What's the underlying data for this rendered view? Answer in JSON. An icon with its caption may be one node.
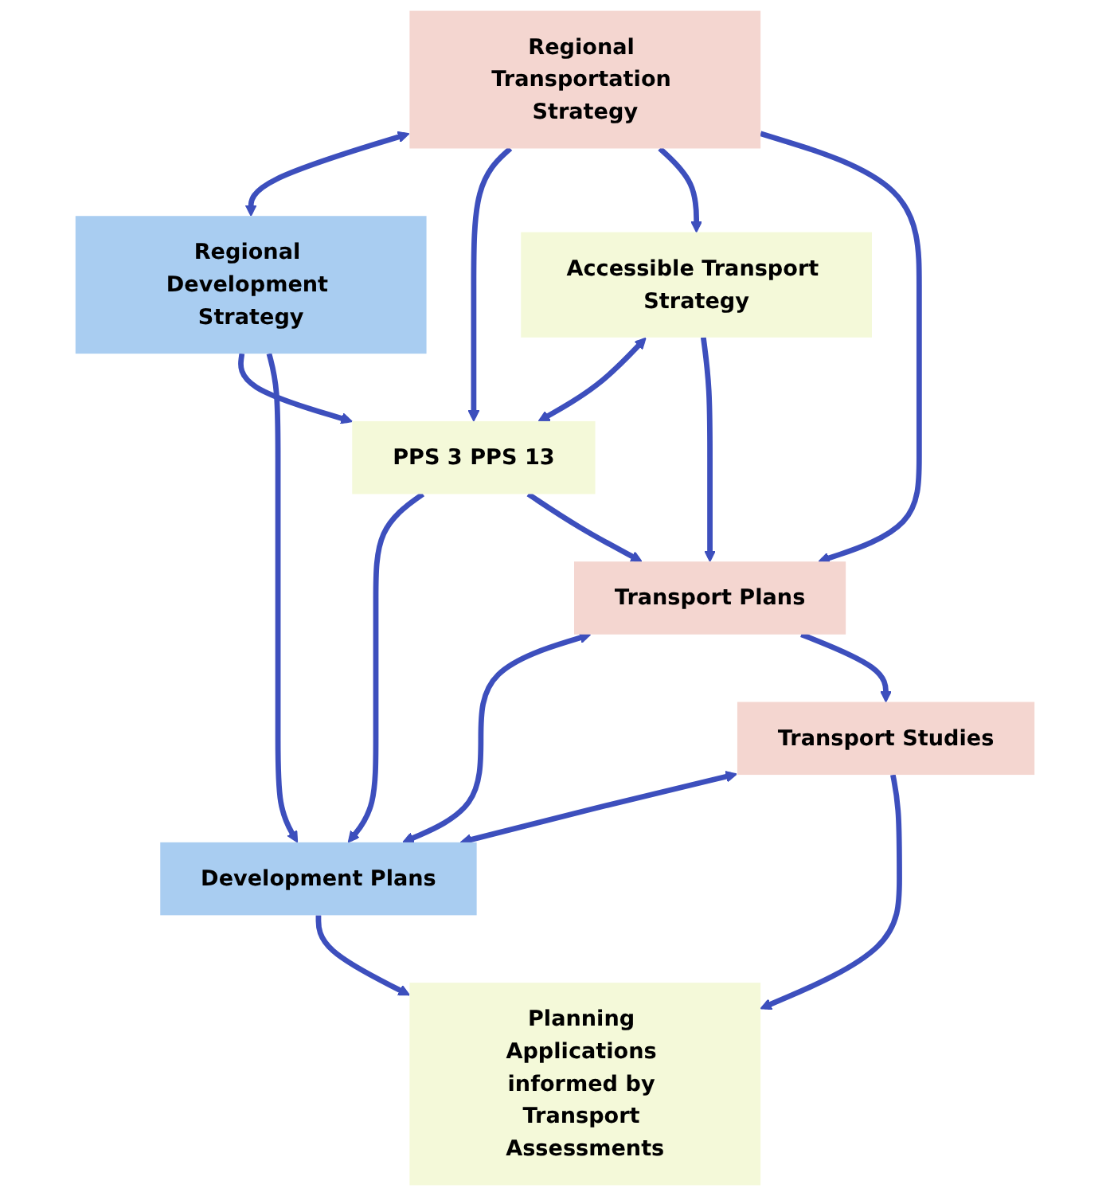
{
  "diagram": {
    "nodes": [
      {
        "text": [
          "Regional Development Strategy"
        ]
      },
      {
        "text": [
          "Regional Transportation Strategy"
        ]
      },
      {
        "text": [
          "PPS 3 PPS 13"
        ]
      },
      {
        "text": [
          "Accessible Transport Strategy"
        ]
      },
      {
        "text": [
          "Development Plans"
        ]
      },
      {
        "text": [
          "Transport Plans"
        ]
      },
      {
        "text": [
          "Transport Studies"
        ]
      },
      {
        "text": [
          "Planning Applications informed by Transport Assessments"
        ]
      }
    ],
    "edges": [
      {
        "from": 0,
        "to": 1,
        "arrow": "both"
      },
      {
        "from": 0,
        "to": 2,
        "arrow": "to"
      },
      {
        "from": 1,
        "to": 2,
        "arrow": "to"
      },
      {
        "from": 0,
        "to": 4,
        "arrow": "to"
      },
      {
        "from": 1,
        "to": 3,
        "arrow": "to"
      },
      {
        "from": 1,
        "to": 5,
        "arrow": "to"
      },
      {
        "from": 2,
        "to": 3,
        "arrow": "both"
      },
      {
        "from": 2,
        "to": 4,
        "arrow": "to"
      },
      {
        "from": 2,
        "to": 5,
        "arrow": "to"
      },
      {
        "from": 3,
        "to": 5,
        "arrow": "to"
      },
      {
        "from": 4,
        "to": 5,
        "arrow": "both"
      },
      {
        "from": 5,
        "to": 6,
        "arrow": "to"
      },
      {
        "from": 4,
        "to": 6,
        "arrow": "both"
      },
      {
        "from": 4,
        "to": 7,
        "arrow": "to"
      },
      {
        "from": 6,
        "to": 7,
        "arrow": "to"
      }
    ]
  }
}
